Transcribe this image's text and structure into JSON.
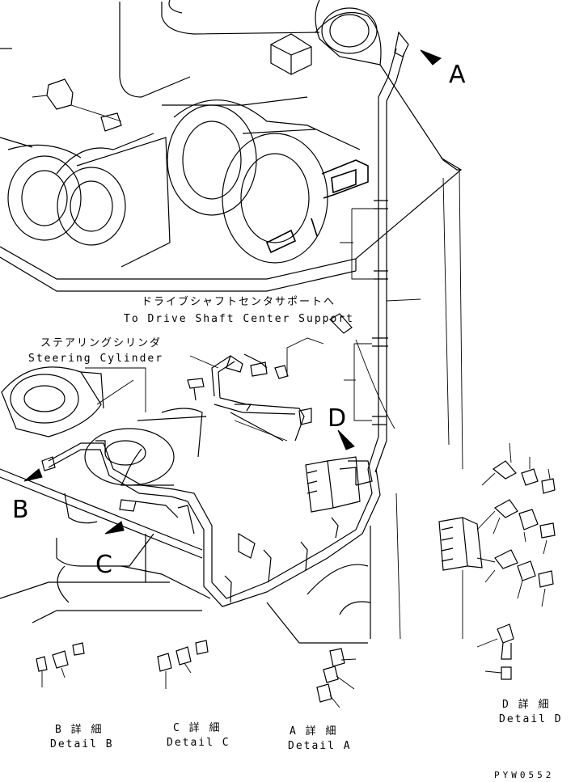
{
  "callouts": {
    "a_letter": "A",
    "b_letter": "B",
    "c_letter": "C",
    "d_letter": "D",
    "drive_jp": "ドライブシャフトセンタサポートへ",
    "drive_en": "To Drive Shaft Center Support",
    "steering_jp": "ステアリングシリンダ",
    "steering_en": "Steering Cylinder"
  },
  "details": {
    "b_jp": "B 詳 細",
    "b_en": "Detail B",
    "c_jp": "C 詳 細",
    "c_en": "Detail C",
    "a_jp": "A 詳 細",
    "a_en": "Detail A",
    "d_jp": "D 詳 細",
    "d_en": "Detail D"
  },
  "drawing_code": "PYW0552"
}
